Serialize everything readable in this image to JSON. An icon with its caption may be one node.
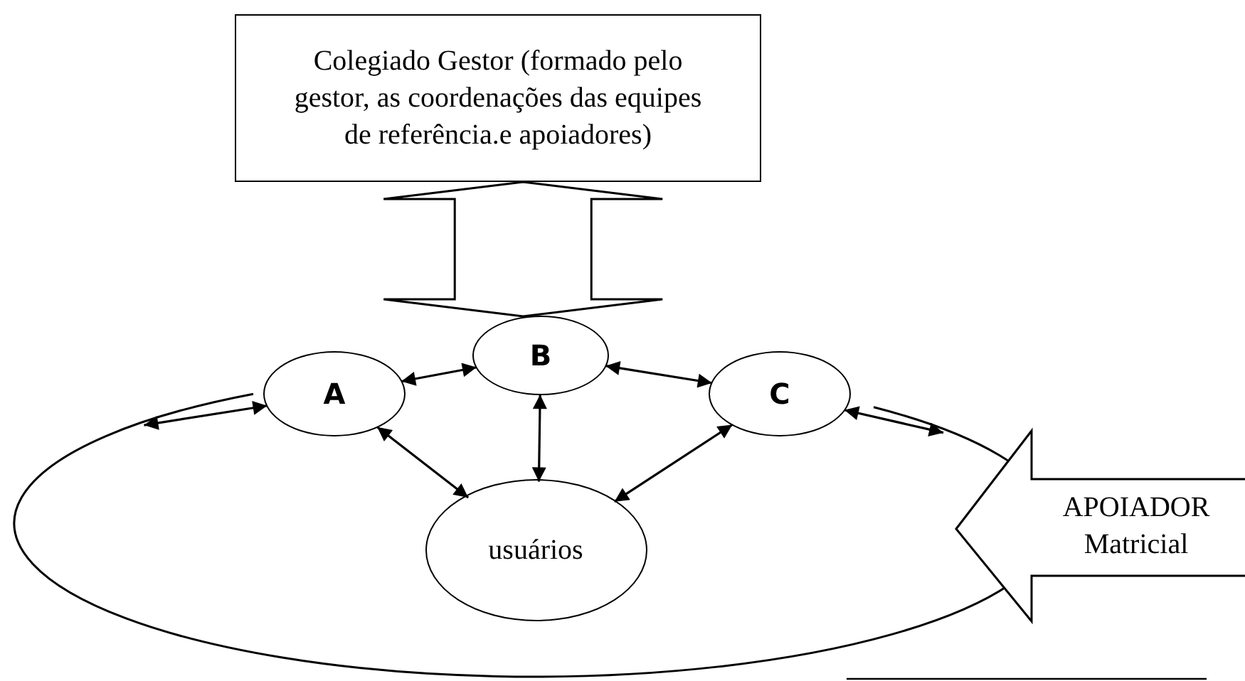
{
  "diagram": {
    "nodes": [
      {
        "text": [
          "Colegiado Gestor (formado pelo gestor, as coordenações das equipes de referência.e apoiadores)"
        ]
      },
      {
        "text": [],
        "shape": "circle"
      },
      {
        "text": [
          "A"
        ]
      },
      {
        "text": [
          "B"
        ]
      },
      {
        "text": [
          "C"
        ]
      },
      {
        "text": [
          "usuários"
        ],
        "in": 1
      },
      {
        "text": [
          "APOIADOR Matricial"
        ]
      }
    ],
    "edges": [
      {
        "from": 0,
        "to": 3,
        "arrow": "both",
        "style": "thick"
      },
      {
        "from": 2,
        "to": 3,
        "arrow": "both"
      },
      {
        "from": 3,
        "to": 4,
        "arrow": "both"
      },
      {
        "from": 1,
        "to": 2,
        "arrow": "both"
      },
      {
        "from": 4,
        "to": 1,
        "arrow": "both"
      },
      {
        "from": 2,
        "to": 5,
        "arrow": "both"
      },
      {
        "from": 3,
        "to": 5,
        "arrow": "both"
      },
      {
        "from": 4,
        "to": 5,
        "arrow": "both"
      }
    ]
  }
}
